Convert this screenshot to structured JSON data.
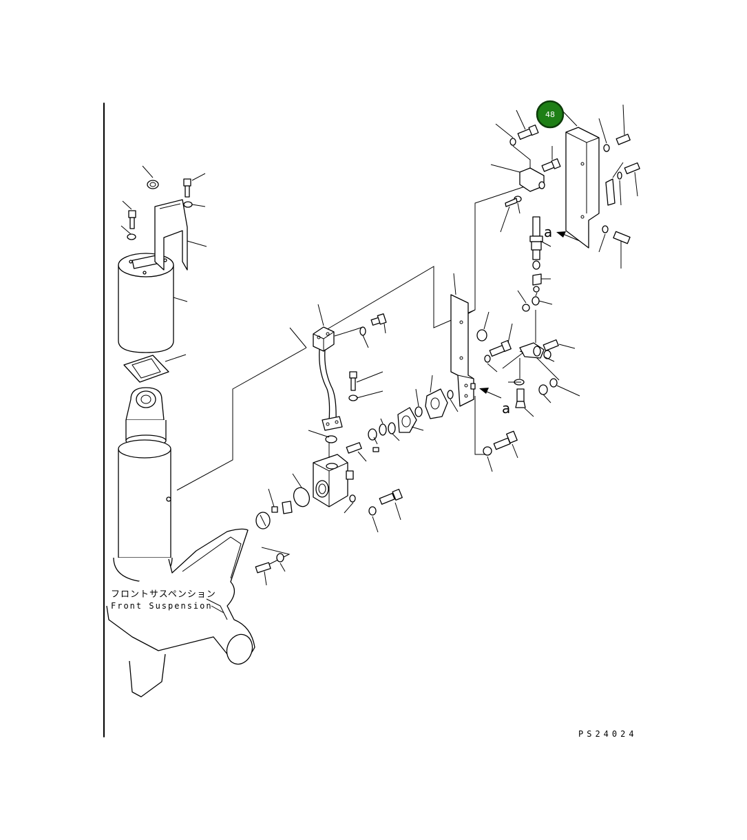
{
  "callout_badge": {
    "number": "48",
    "color": "#1e7f16",
    "ring_color": "#0d3b0a"
  },
  "view_marks": [
    {
      "letter": "a"
    },
    {
      "letter": "a"
    }
  ],
  "section_label": {
    "japanese": "フロントサスペンション",
    "english": "Front Suspension"
  },
  "drawing_code": "PS24024"
}
